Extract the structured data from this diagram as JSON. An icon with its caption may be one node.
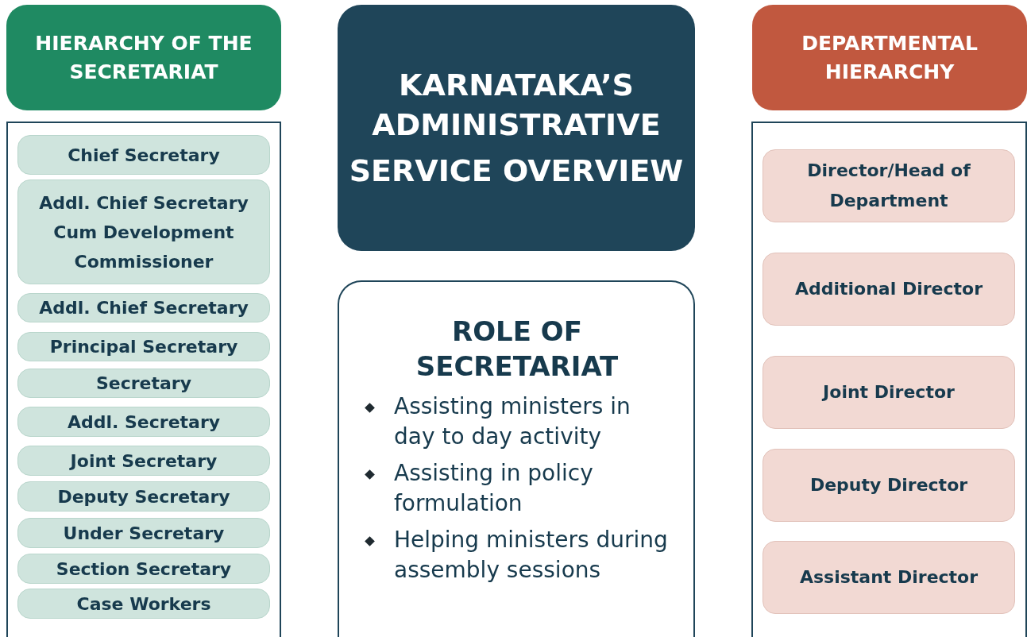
{
  "diagram": {
    "nodes": [
      {
        "text": [
          "HIERARCHY OF THE SECRETARIAT"
        ]
      },
      {
        "text": [],
        "shape": "box"
      },
      {
        "text": [
          "Chief Secretary"
        ],
        "in": 1
      },
      {
        "text": [
          "Addl. Chief Secretary Cum Development Commissioner"
        ],
        "in": 1
      },
      {
        "text": [
          "Addl. Chief Secretary"
        ],
        "in": 1
      },
      {
        "text": [
          "Principal Secretary"
        ],
        "in": 1
      },
      {
        "text": [
          "Secretary"
        ],
        "in": 1
      },
      {
        "text": [
          "Addl. Secretary"
        ],
        "in": 1
      },
      {
        "text": [
          "Joint Secretary"
        ],
        "in": 1
      },
      {
        "text": [
          "Deputy Secretary"
        ],
        "in": 1
      },
      {
        "text": [
          "Under Secretary"
        ],
        "in": 1
      },
      {
        "text": [
          "Section Secretary"
        ],
        "in": 1
      },
      {
        "text": [
          "Case Workers"
        ],
        "in": 1
      },
      {
        "text": [
          "KARNATAKA’S ADMINISTRATIVE",
          "SERVICE OVERVIEW"
        ]
      },
      {
        "text": [
          "ROLE OF SECRETARIAT",
          "Assisting ministers in day to day activity",
          "Assisting in policy formulation",
          "Helping ministers during assembly sessions"
        ]
      },
      {
        "text": [
          "DEPARTMENTAL HIERARCHY"
        ]
      },
      {
        "text": [],
        "shape": "box"
      },
      {
        "text": [
          "Director/Head of Department"
        ],
        "in": 16
      },
      {
        "text": [
          "Additional Director"
        ],
        "in": 16
      },
      {
        "text": [
          "Joint Director"
        ],
        "in": 16
      },
      {
        "text": [
          "Deputy Director"
        ],
        "in": 16
      },
      {
        "text": [
          "Assistant Director"
        ],
        "in": 16
      }
    ],
    "edges": []
  }
}
